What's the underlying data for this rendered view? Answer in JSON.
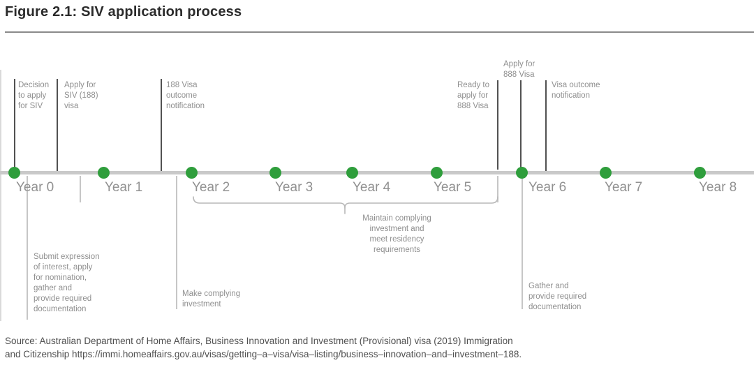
{
  "figure": {
    "title": "Figure 2.1: SIV application process",
    "source": "Source: Australian Department of Home Affairs, Business Innovation and Investment (Provisional) visa (2019) Immigration\nand Citizenship https://immi.homeaffairs.gov.au/visas/getting–a–visa/visa–listing/business–innovation–and–investment–188."
  },
  "colors": {
    "dot_green": "#2f9e3c",
    "timeline_gray": "#c9c9c9",
    "annotation_gray": "#8f8f8f",
    "tick_dark": "#515151",
    "title_dark": "#2b2b2b"
  },
  "timeline": {
    "years": [
      {
        "label": "Year 0"
      },
      {
        "label": "Year 1"
      },
      {
        "label": "Year 2"
      },
      {
        "label": "Year 3"
      },
      {
        "label": "Year 4"
      },
      {
        "label": "Year 5"
      },
      {
        "label": "Year 6"
      },
      {
        "label": "Year 7"
      },
      {
        "label": "Year 8"
      }
    ]
  },
  "events_above": [
    {
      "id": "decision-to-apply",
      "label": "Decision\nto apply\nfor SIV"
    },
    {
      "id": "apply-siv-188",
      "label": "Apply for\nSIV (188)\nvisa"
    },
    {
      "id": "visa-188-outcome",
      "label": "188 Visa\noutcome\nnotification"
    },
    {
      "id": "ready-to-apply-888",
      "label": "Ready to\napply for\n888 Visa"
    },
    {
      "id": "apply-888",
      "label": "Apply for\n888 Visa"
    },
    {
      "id": "visa-outcome",
      "label": "Visa outcome\nnotification"
    }
  ],
  "events_below": [
    {
      "id": "submit-eoi",
      "label": "Submit expression\nof interest, apply\nfor nomination,\ngather and\nprovide required\ndocumentation"
    },
    {
      "id": "make-complying-investment",
      "label": "Make complying\ninvestment"
    },
    {
      "id": "maintain-investment",
      "label": "Maintain complying\ninvestment and\nmeet residency\nrequirements"
    },
    {
      "id": "gather-documentation",
      "label": "Gather and\nprovide required\ndocumentation"
    }
  ]
}
